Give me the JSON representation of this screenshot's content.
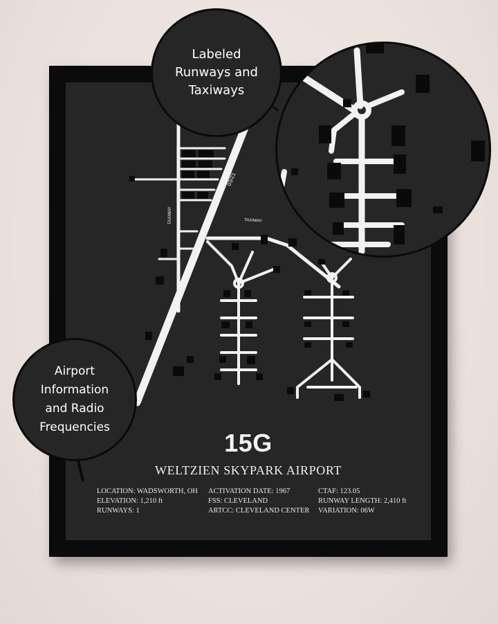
{
  "poster": {
    "airport_code": "15G",
    "airport_name": "WELTZIEN SKYPARK AIRPORT",
    "map_labels": {
      "runway": "03/21",
      "taxiway_horizontal": "TAXIWAY",
      "taxiway_vertical": "TAXIWAY"
    },
    "info_columns": [
      [
        "LOCATION: WADSWORTH, OH",
        "ELEVATION: 1,210 ft",
        "RUNWAYS: 1"
      ],
      [
        "ACTIVATION DATE: 1967",
        "FSS: CLEVELAND",
        "ARTCC: CLEVELAND CENTER"
      ],
      [
        "CTAF: 123.05",
        "RUNWAY LENGTH: 2,410 ft",
        "VARIATION: 06W"
      ]
    ]
  },
  "callouts": {
    "top": "Labeled\nRunways and\nTaxiways",
    "left": "Airport\nInformation\nand Radio\nFrequencies"
  },
  "colors": {
    "poster_bg": "#262627",
    "frame": "#0b0b0b",
    "map_lines": "#f2f2f2",
    "wall": "#ebe1dd"
  }
}
